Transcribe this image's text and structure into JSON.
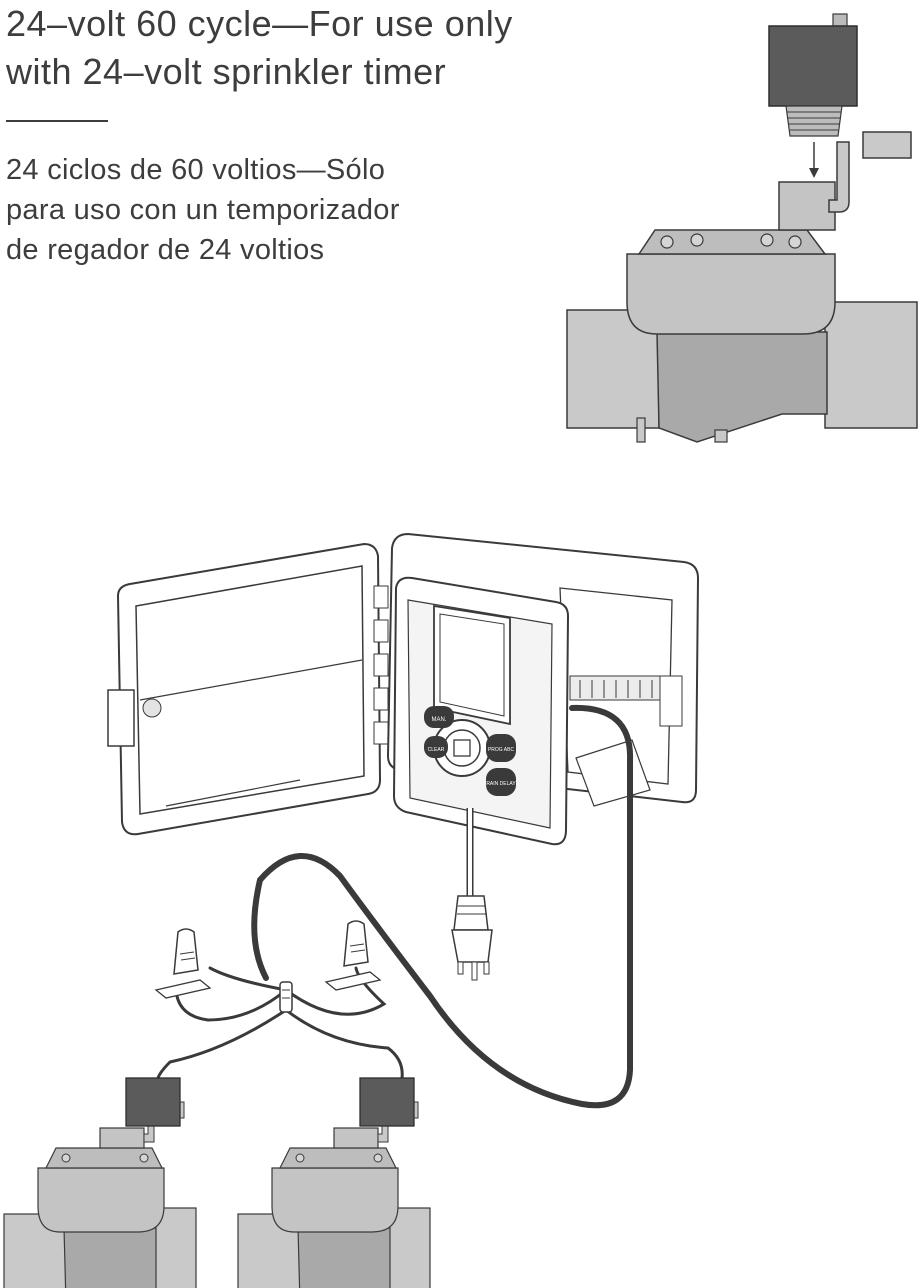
{
  "header": {
    "english_lines": [
      "24–volt 60 cycle—For use only",
      "with 24–volt sprinkler timer"
    ],
    "spanish_lines": [
      "24 ciclos de 60 voltios—Sólo",
      "para uso con un temporizador",
      "de regador de 24 voltios"
    ]
  },
  "controller": {
    "buttons": [
      {
        "label": "MAN.",
        "id": "manual"
      },
      {
        "label": "CLEAR",
        "id": "clear"
      },
      {
        "label": "PROG ABC",
        "id": "program"
      },
      {
        "label": "RAIN DELAY",
        "id": "rain-delay"
      }
    ]
  },
  "colors": {
    "valve_body": "#c9c9c9",
    "valve_dark": "#a9a9a9",
    "outline": "#3a3a3a",
    "solenoid": "#5b5b5b",
    "text": "#3d3d3d"
  }
}
